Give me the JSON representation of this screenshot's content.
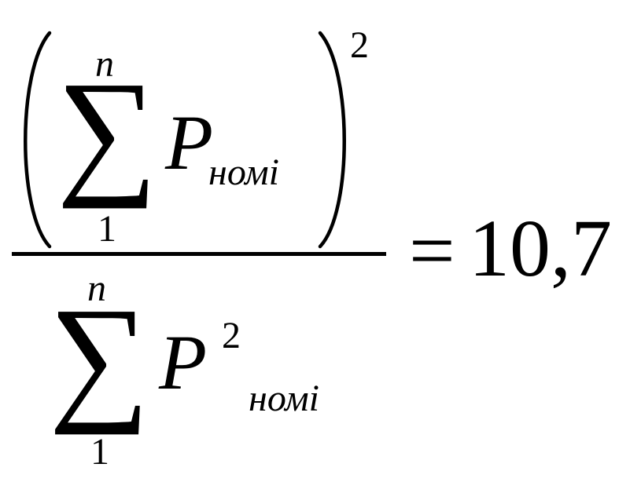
{
  "formula": {
    "numerator": {
      "sum_upper": "n",
      "sum_symbol": "∑",
      "sum_lower": "1",
      "variable": "P",
      "subscript": "номі",
      "outer_exponent": "2"
    },
    "denominator": {
      "sum_upper": "n",
      "sum_symbol": "∑",
      "sum_lower": "1",
      "variable": "P",
      "exponent": "2",
      "subscript": "номі"
    },
    "equals": "=",
    "result": "10,7"
  }
}
